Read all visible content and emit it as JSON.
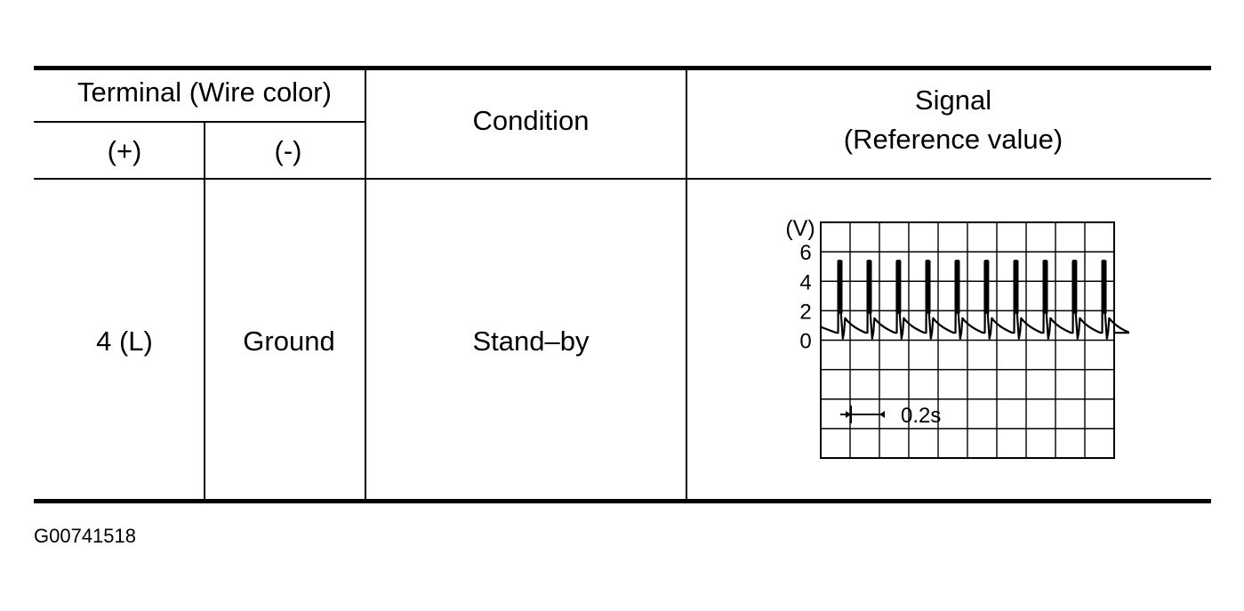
{
  "table": {
    "header": {
      "terminal_group": "Terminal (Wire color)",
      "plus": "(+)",
      "minus": "(-)",
      "condition": "Condition",
      "signal_line1": "Signal",
      "signal_line2": "(Reference value)"
    },
    "rows": [
      {
        "plus": "4 (L)",
        "minus": "Ground",
        "condition": "Stand–by"
      }
    ]
  },
  "chart_data": {
    "type": "line",
    "ylabel": "(V)",
    "yticks": [
      "6",
      "4",
      "2",
      "0"
    ],
    "ylim": [
      -8,
      8
    ],
    "time_division_label": "0.2s",
    "time_division_s": 0.2,
    "xlim_s": [
      0,
      1.0
    ],
    "grid": true,
    "waveform": {
      "pulse_count": 10,
      "pulse_period_s": 0.1,
      "peak_v": 5.4,
      "baseline_v": 0.5,
      "decay_start_v": 1.8
    }
  },
  "figure_id": "G00741518"
}
